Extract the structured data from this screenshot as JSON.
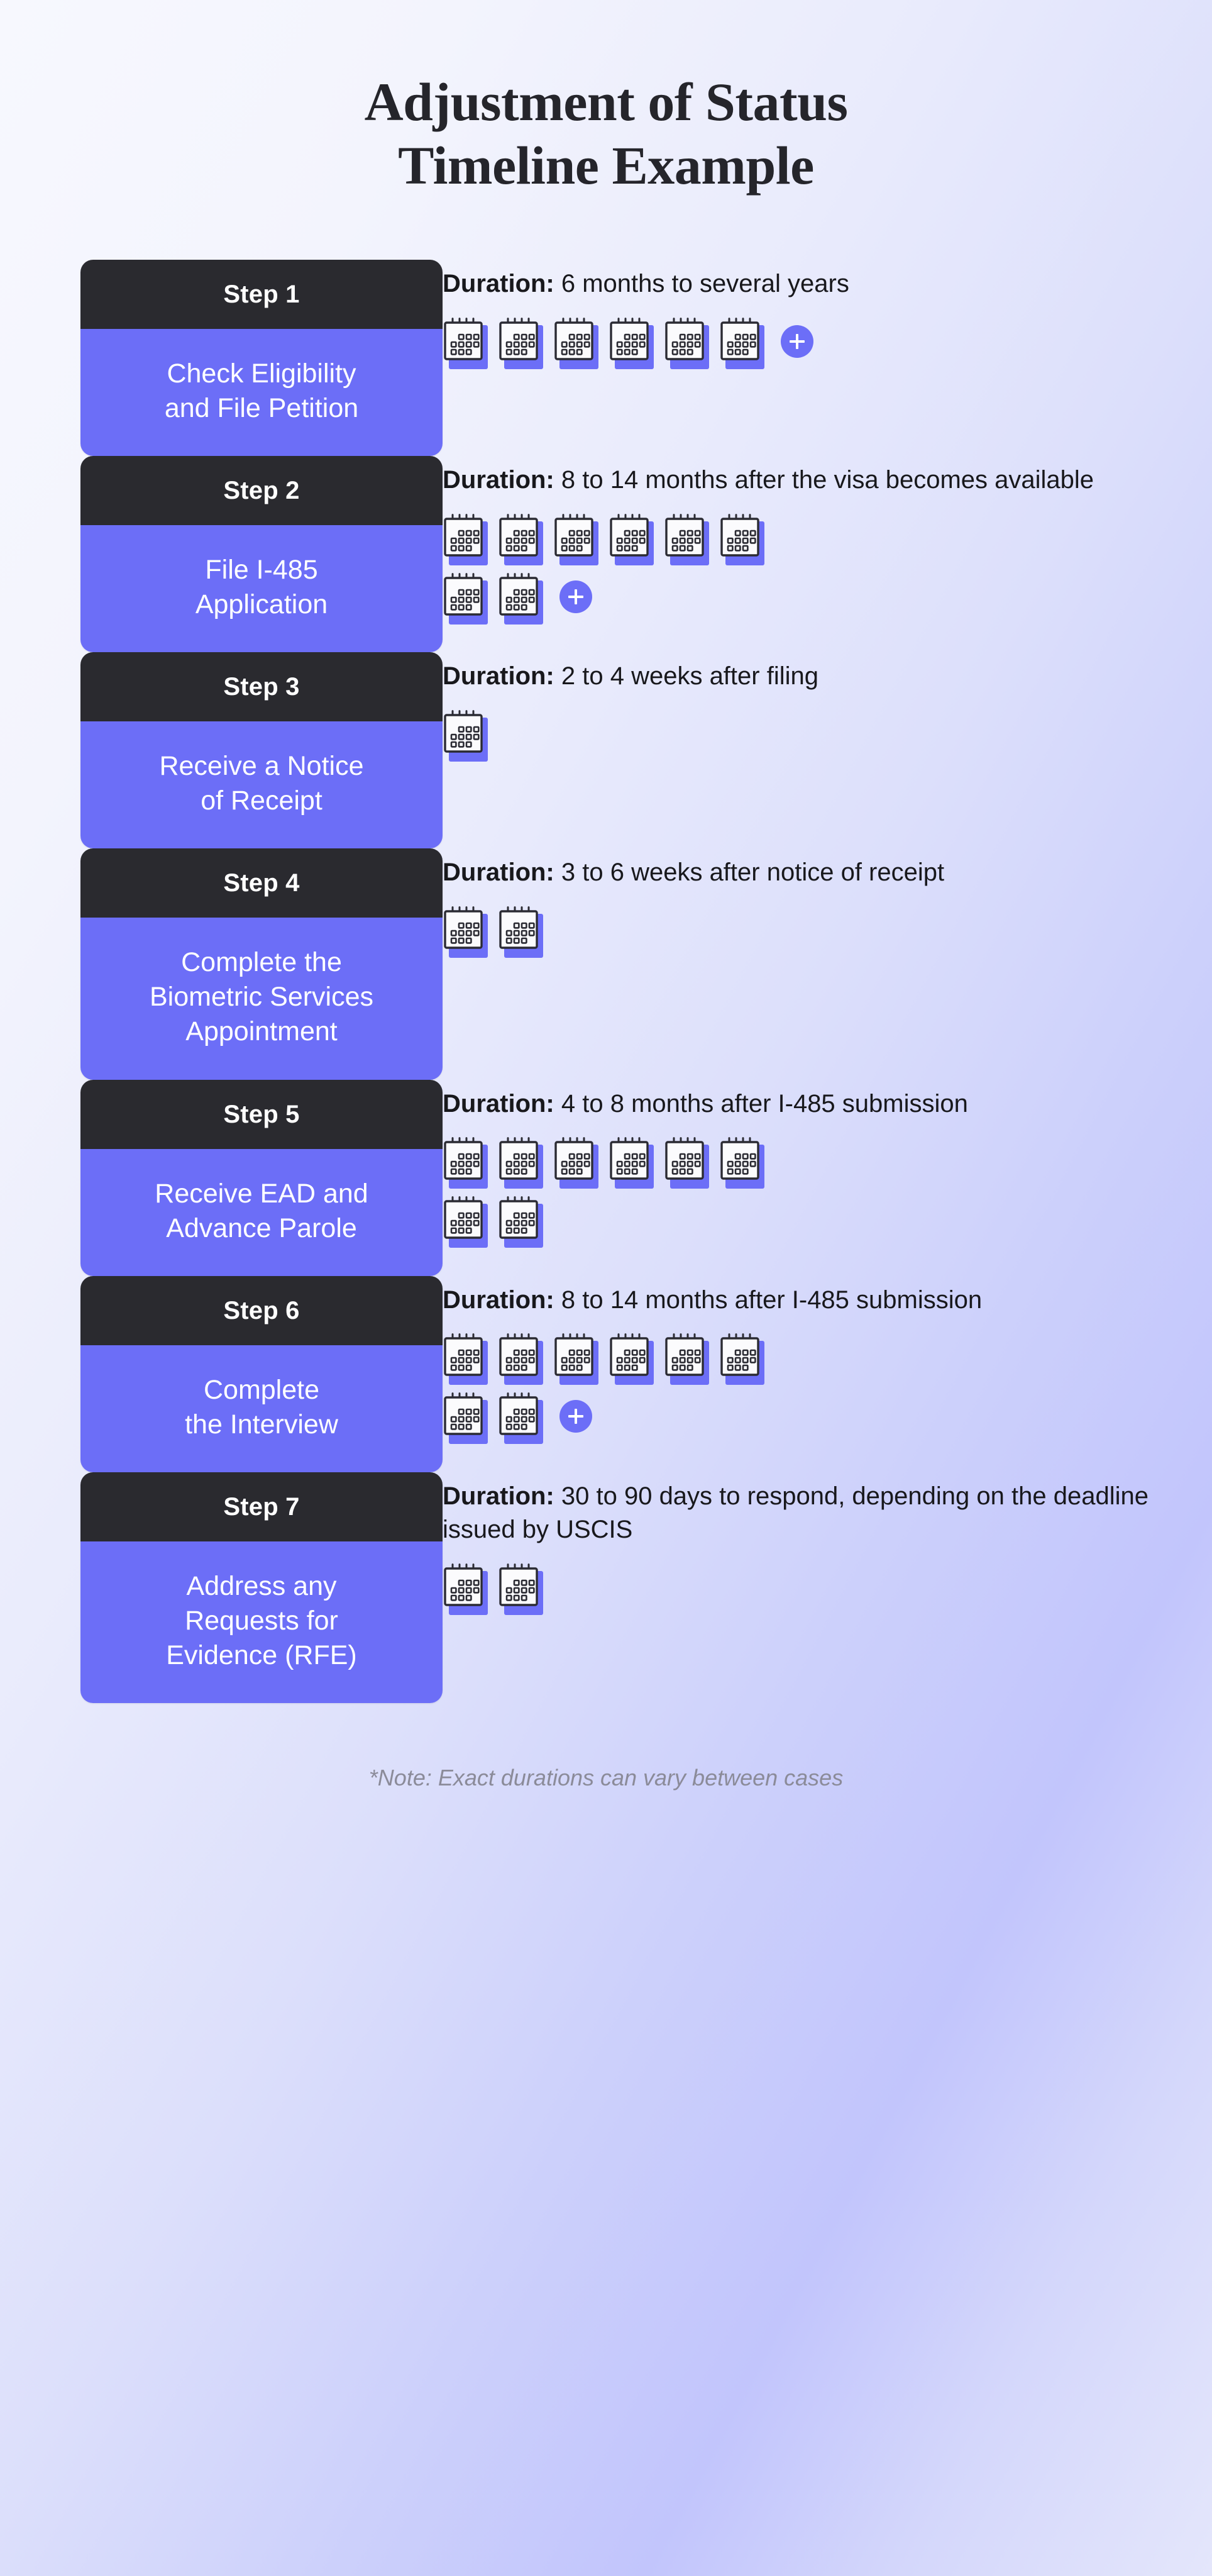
{
  "title": {
    "line1": "Adjustment of Status",
    "line2": "Timeline Example"
  },
  "colors": {
    "accent_purple": "#6c6ef7",
    "header_dark": "#2a2a2f",
    "text_dark": "#18181c",
    "note_gray": "#8b8b99",
    "bg_light": "#f7f8fe",
    "bg_lavender": "#c2c5fc"
  },
  "duration_label": "Duration:",
  "icons": {
    "calendar": "calendar-icon",
    "plus": "plus-icon"
  },
  "steps": [
    {
      "number": "Step 1",
      "title": "Check Eligibility\nand File Petition",
      "duration_label": "Duration:",
      "duration_value": " 6 months to several years",
      "calendar_rows": [
        6
      ],
      "has_plus": true,
      "plus_row": 0
    },
    {
      "number": "Step 2",
      "title": "File I-485\nApplication",
      "duration_label": "Duration:",
      "duration_value": " 8 to 14 months after the visa becomes available",
      "calendar_rows": [
        6,
        2
      ],
      "has_plus": true,
      "plus_row": 1
    },
    {
      "number": "Step 3",
      "title": "Receive a Notice\nof Receipt",
      "duration_label": "Duration:",
      "duration_value": " 2 to 4 weeks after filing",
      "calendar_rows": [
        1
      ],
      "has_plus": false,
      "plus_row": -1
    },
    {
      "number": "Step 4",
      "title": "Complete the\nBiometric Services\nAppointment",
      "duration_label": "Duration:",
      "duration_value": " 3 to 6 weeks after notice of receipt",
      "calendar_rows": [
        2
      ],
      "has_plus": false,
      "plus_row": -1
    },
    {
      "number": "Step 5",
      "title": "Receive EAD and\nAdvance Parole",
      "duration_label": "Duration:",
      "duration_value": " 4 to 8 months after I-485 submission",
      "calendar_rows": [
        6,
        2
      ],
      "has_plus": false,
      "plus_row": -1
    },
    {
      "number": "Step 6",
      "title": "Complete\nthe Interview",
      "duration_label": "Duration:",
      "duration_value": " 8 to 14 months after I-485 submission",
      "calendar_rows": [
        6,
        2
      ],
      "has_plus": true,
      "plus_row": 1
    },
    {
      "number": "Step 7",
      "title": "Address any\nRequests for\nEvidence (RFE)",
      "duration_label": "Duration:",
      "duration_value": " 30 to 90 days to respond, depending on the deadline issued by USCIS",
      "calendar_rows": [
        2
      ],
      "has_plus": false,
      "plus_row": -1
    }
  ],
  "footer": {
    "note": "*Note: Exact durations can vary between cases"
  }
}
